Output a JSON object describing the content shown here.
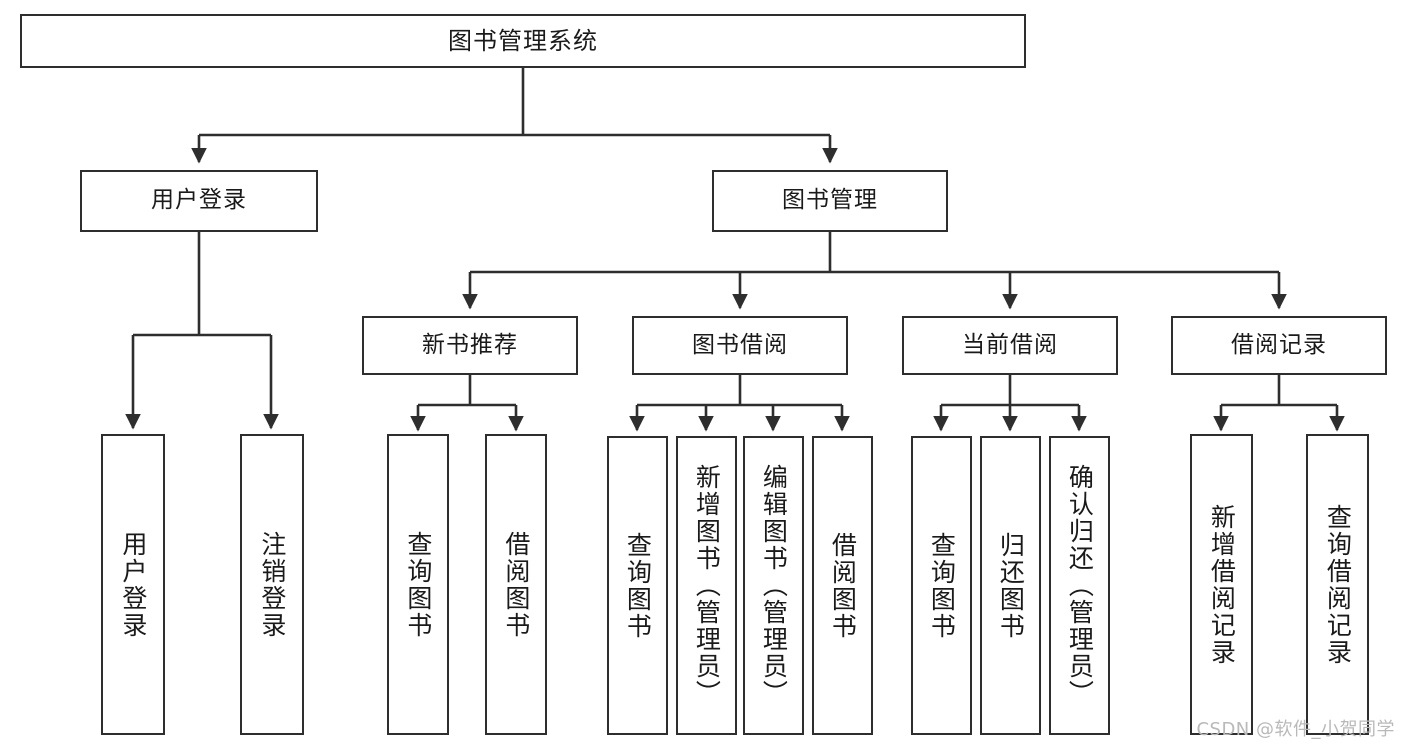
{
  "diagram": {
    "title": "图书管理系统",
    "type": "tree",
    "colors": {
      "box_border": "#2e2e2e",
      "box_fill": "#ffffff",
      "edge": "#2e2e2e",
      "text": "#1a1a1a",
      "watermark": "#b9b9b9",
      "background": "#ffffff"
    },
    "nodes": {
      "root": {
        "label": "图书管理系统"
      },
      "level2": [
        {
          "id": "user_login",
          "label": "用户登录"
        },
        {
          "id": "book_manage",
          "label": "图书管理"
        }
      ],
      "level3": [
        {
          "id": "new_book_rec",
          "label": "新书推荐"
        },
        {
          "id": "book_borrow",
          "label": "图书借阅"
        },
        {
          "id": "current_borrow",
          "label": "当前借阅"
        },
        {
          "id": "borrow_record",
          "label": "借阅记录"
        }
      ],
      "leaves": [
        {
          "id": "leaf_user_login",
          "label": "用户登录"
        },
        {
          "id": "leaf_logout",
          "label": "注销登录"
        },
        {
          "id": "leaf_query_book_1",
          "label": "查询图书"
        },
        {
          "id": "leaf_borrow_book_1",
          "label": "借阅图书"
        },
        {
          "id": "leaf_query_book_2",
          "label": "查询图书"
        },
        {
          "id": "leaf_add_book",
          "label": "新增图书（管理员）"
        },
        {
          "id": "leaf_edit_book",
          "label": "编辑图书（管理员）"
        },
        {
          "id": "leaf_borrow_book_2",
          "label": "借阅图书"
        },
        {
          "id": "leaf_query_book_3",
          "label": "查询图书"
        },
        {
          "id": "leaf_return_book",
          "label": "归还图书"
        },
        {
          "id": "leaf_confirm_return",
          "label": "确认归还（管理员）"
        },
        {
          "id": "leaf_add_record",
          "label": "新增借阅记录"
        },
        {
          "id": "leaf_query_record",
          "label": "查询借阅记录"
        }
      ]
    }
  },
  "watermark": {
    "text": "CSDN @软件_小贺同学"
  }
}
